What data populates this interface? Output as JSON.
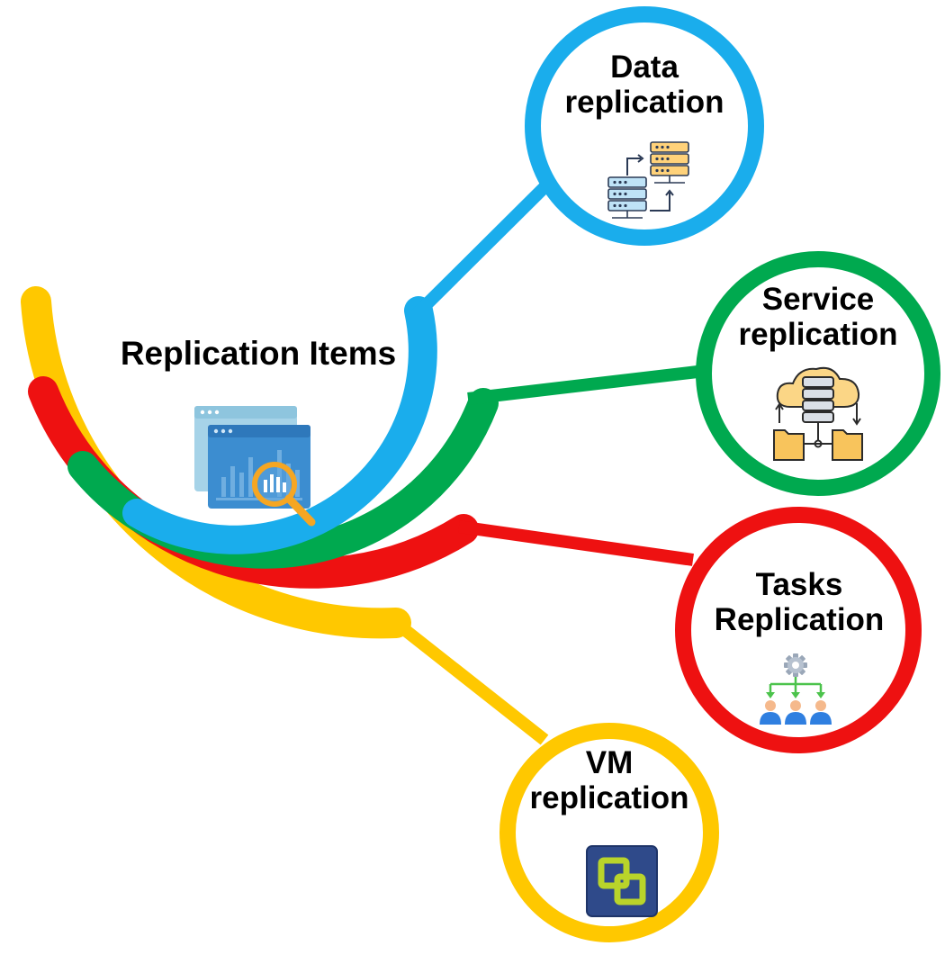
{
  "center": {
    "title": "Replication Items",
    "icon": "search-report-icon"
  },
  "nodes": [
    {
      "id": "data",
      "lines": [
        "Data",
        "replication"
      ],
      "color": "#1AADEC",
      "icon": "server-sync-icon"
    },
    {
      "id": "service",
      "lines": [
        "Service",
        "replication"
      ],
      "color": "#00A94F",
      "icon": "cloud-database-folders-icon"
    },
    {
      "id": "tasks",
      "lines": [
        "Tasks",
        "Replication"
      ],
      "color": "#EE1111",
      "icon": "gear-team-icon"
    },
    {
      "id": "vm",
      "lines": [
        "VM",
        "replication"
      ],
      "color": "#FFC800",
      "icon": "vmware-vsphere-icon"
    }
  ]
}
